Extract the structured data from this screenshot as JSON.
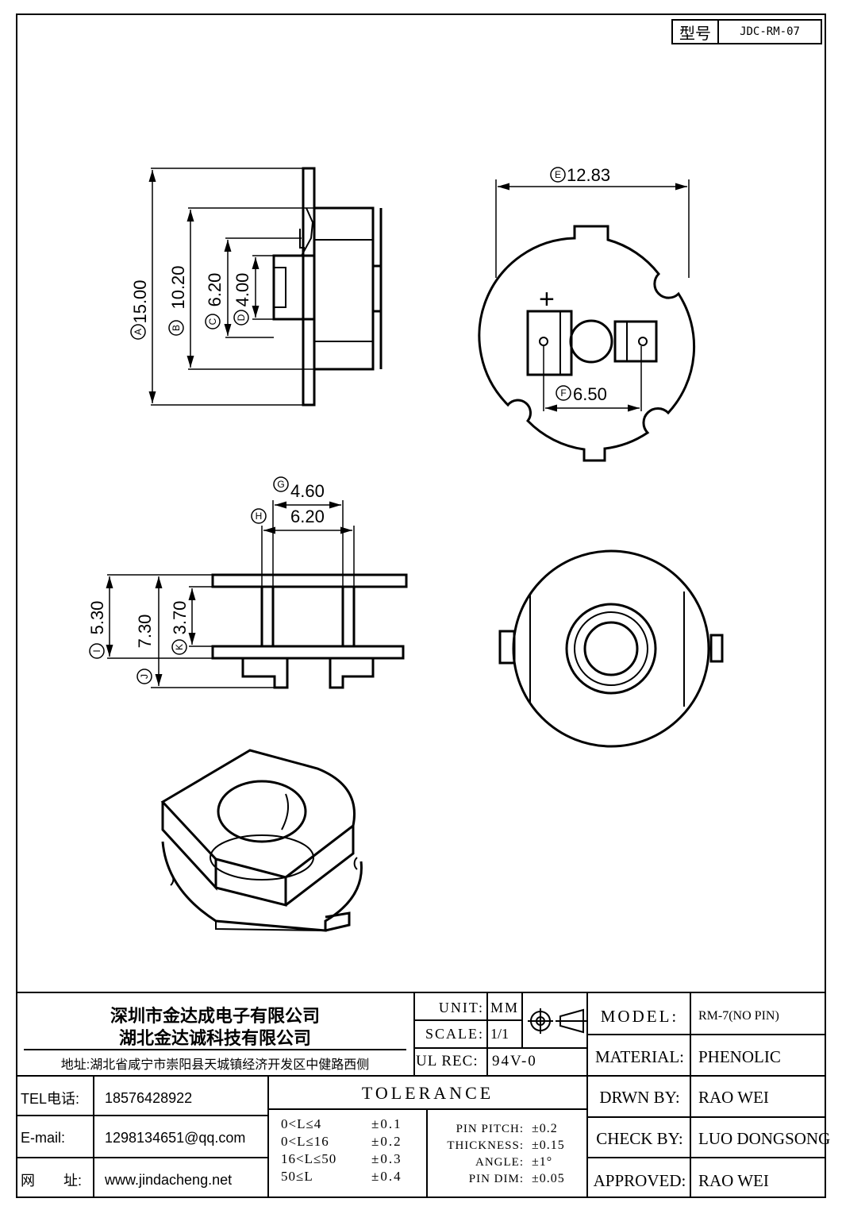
{
  "model_box": {
    "label": "型号",
    "value": "JDC-RM-07"
  },
  "dimensions": {
    "A": {
      "tag": "A",
      "value": "15.00"
    },
    "B": {
      "tag": "B",
      "value": "10.20"
    },
    "C": {
      "tag": "C",
      "value": "6.20"
    },
    "D": {
      "tag": "D",
      "value": "4.00"
    },
    "E": {
      "tag": "E",
      "value": "12.83"
    },
    "F": {
      "tag": "F",
      "value": "6.50"
    },
    "G": {
      "tag": "G",
      "value": "4.60"
    },
    "H": {
      "tag": "H",
      "value": "6.20"
    },
    "I": {
      "tag": "I",
      "value": "5.30"
    },
    "J": {
      "tag": "J",
      "value": "7.30"
    },
    "K": {
      "tag": "K",
      "value": "3.70"
    }
  },
  "plus_mark": "+",
  "title_block": {
    "company_1": "深圳市金达成电子有限公司",
    "company_2": "湖北金达诚科技有限公司",
    "address": "地址:湖北省咸宁市崇阳县天城镇经济开发区中健路西侧",
    "tel_label": "TEL电话:",
    "tel_value": "18576428922",
    "email_label": "E-mail:",
    "email_value": "1298134651@qq.com",
    "web_label": "网　　址:",
    "web_value": "www.jindacheng.net",
    "unit_label": "UNIT:",
    "unit_value": "MM",
    "scale_label": "SCALE:",
    "scale_value": "1/1",
    "ulrec_label": "UL REC:",
    "ulrec_value": "94V-0",
    "tolerance_title": "TOLERANCE",
    "tolerance_ranges": [
      {
        "range": "0<L≤4",
        "tol": "±0.1"
      },
      {
        "range": "0<L≤16",
        "tol": "±0.2"
      },
      {
        "range": "16<L≤50",
        "tol": "±0.3"
      },
      {
        "range": "50≤L",
        "tol": "±0.4"
      }
    ],
    "tolerance_specs": [
      {
        "label": "PIN PITCH:",
        "tol": "±0.2"
      },
      {
        "label": "THICKNESS:",
        "tol": "±0.15"
      },
      {
        "label": "ANGLE:",
        "tol": "±1°"
      },
      {
        "label": "PIN DIM:",
        "tol": "±0.05"
      }
    ],
    "model_label": "MODEL:",
    "model_value": "RM-7(NO PIN)",
    "material_label": "MATERIAL:",
    "material_value": "PHENOLIC",
    "drawn_label": "DRWN BY:",
    "drawn_value": "RAO WEI",
    "check_label": "CHECK BY:",
    "check_value": "LUO DONGSONG",
    "approved_label": "APPROVED:",
    "approved_value": "RAO WEI"
  }
}
